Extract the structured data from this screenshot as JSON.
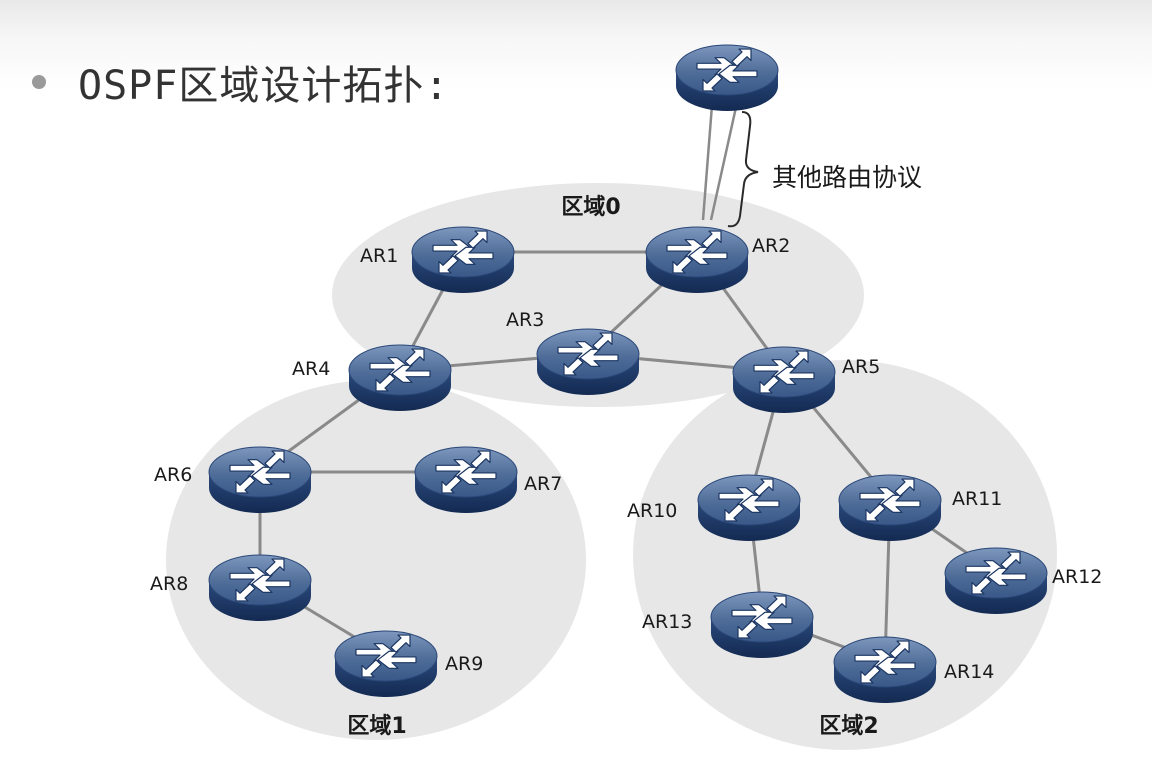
{
  "title": "OSPF区域设计拓扑:",
  "areas": [
    {
      "id": "area0",
      "label": "区域0"
    },
    {
      "id": "area1",
      "label": "区域1"
    },
    {
      "id": "area2",
      "label": "区域2"
    }
  ],
  "external_label": "其他路由协议",
  "routers": [
    {
      "id": "EXT",
      "label": ""
    },
    {
      "id": "AR1",
      "label": "AR1"
    },
    {
      "id": "AR2",
      "label": "AR2"
    },
    {
      "id": "AR3",
      "label": "AR3"
    },
    {
      "id": "AR4",
      "label": "AR4"
    },
    {
      "id": "AR5",
      "label": "AR5"
    },
    {
      "id": "AR6",
      "label": "AR6"
    },
    {
      "id": "AR7",
      "label": "AR7"
    },
    {
      "id": "AR8",
      "label": "AR8"
    },
    {
      "id": "AR9",
      "label": "AR9"
    },
    {
      "id": "AR10",
      "label": "AR10"
    },
    {
      "id": "AR11",
      "label": "AR11"
    },
    {
      "id": "AR12",
      "label": "AR12"
    },
    {
      "id": "AR13",
      "label": "AR13"
    },
    {
      "id": "AR14",
      "label": "AR14"
    }
  ],
  "links": [
    [
      "AR1",
      "AR2"
    ],
    [
      "AR1",
      "AR4"
    ],
    [
      "AR2",
      "AR3"
    ],
    [
      "AR2",
      "AR5"
    ],
    [
      "AR4",
      "AR3"
    ],
    [
      "AR3",
      "AR5"
    ],
    [
      "AR4",
      "AR6"
    ],
    [
      "AR6",
      "AR7"
    ],
    [
      "AR6",
      "AR8"
    ],
    [
      "AR8",
      "AR9"
    ],
    [
      "AR5",
      "AR10"
    ],
    [
      "AR5",
      "AR11"
    ],
    [
      "AR10",
      "AR13"
    ],
    [
      "AR11",
      "AR12"
    ],
    [
      "AR11",
      "AR14"
    ],
    [
      "AR13",
      "AR14"
    ]
  ],
  "external_link": [
    "EXT",
    "AR2"
  ],
  "colors": {
    "area_fill": "#e3e3e3",
    "router_top": "#5a77a0",
    "router_side": "#1f3c6b",
    "router_arrows": "#ffffff",
    "link": "#8a8a8a"
  }
}
